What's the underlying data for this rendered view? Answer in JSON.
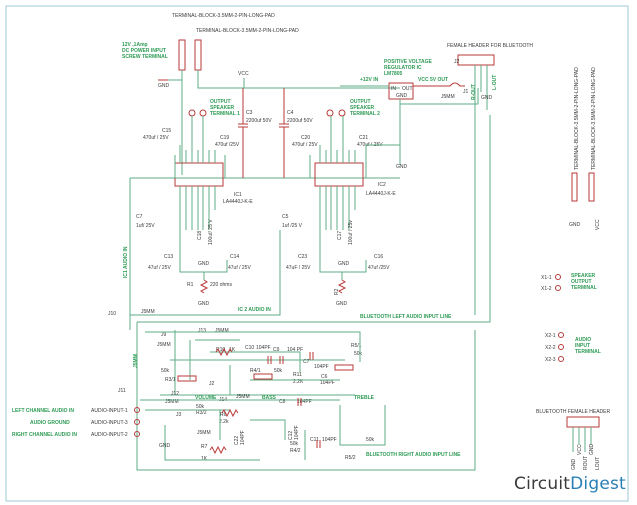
{
  "title": "Bluetooth Stereo Amplifier with Tone Control Schematic",
  "brand": {
    "part1": "Circuit",
    "part2": "Digest",
    "color1": "#3a3a3a",
    "color2": "#2a7fb5"
  },
  "colors": {
    "wire": "#5fae86",
    "component": "#b83a3a",
    "label_green": "#2e9b55",
    "text": "#3a3a3a",
    "border": "#9fc9d3"
  },
  "labels": {
    "tb1": "TERMINAL-BLOCK-3.5MM-2-PIN-LONG-PAD",
    "tb2": "TERMINAL-BLOCK-3.5MM-2-PIN-LONG-PAD",
    "tb3": "TERMINAL-BLOCK-3.5MM-2-PIN-LONG-PAD",
    "tb4": "TERMINAL-BLOCK-3.5MM-2-PIN-LONG-PAD",
    "power_in": [
      "12V ,1Amp",
      "DC POWER INPUT",
      "SCREW TERMINAL"
    ],
    "vcc": "VCC",
    "gnd": "GND",
    "out_spk1": [
      "OUTPUT",
      "SPEAKER",
      "TERMINAL 1"
    ],
    "out_spk2": [
      "OUTPUT",
      "SPEAKER",
      "TERMINAL 2"
    ],
    "regulator": [
      "POSITIVE VOLTAGE",
      "REGULATOR IC",
      "LM7805"
    ],
    "reg_in": "+12V IN",
    "reg_out": "VCC 5V OUT",
    "reg_pin_in": "IN",
    "reg_pin_out": "OUT",
    "reg_pin_gnd": "GND",
    "bt_header": "FEMALE HEADER FOR BLUETOOTH",
    "j1": "J1",
    "j2_hdr": "J2",
    "j1_size": "J5MM",
    "r_out": "R-OUT",
    "l_out": "L-OUT",
    "ic1": "IC1",
    "ic1_part": "LA4440J-K-E",
    "ic2": "IC2",
    "ic2_part": "LA4440J-K-E",
    "ic1_audio_in": "IC1 AUDIO IN",
    "ic2_audio_in": "IC 2 AUDIO IN",
    "bt_left_line": "BLUETOOTH LEFT AUDIO INPUT LINE",
    "bt_right_line": "BLUETOOTH RIGHT AUDIO INPUT LINE",
    "volume": "VOLUME",
    "bass": "BASS",
    "treble": "TREBLE",
    "left_ch": "LEFT  CHANNEL  AUDIO IN",
    "audio_gnd": "AUDIO GROUND",
    "right_ch": "RIGHT CHANNEL AUDIO IN",
    "ai1": "AUDIO-INPUT-1",
    "ai3": "AUDIO-INPUT-3",
    "ai2": "AUDIO-INPUT-2",
    "spk_term": [
      "SPEAKER",
      "OUTPUT",
      "TERMINAL"
    ],
    "audio_term": [
      "AUDIO",
      "INPUT",
      "TERMINAL"
    ],
    "x1": [
      "X1-1",
      "X1-2"
    ],
    "x2": [
      "X2-1",
      "X2-2",
      "X2-3"
    ],
    "bt_female": "BLUETOOTH FEMALE HEADER",
    "bt_pins": [
      "GND",
      "VCC",
      "ROUT",
      "GND",
      "LOUT"
    ],
    "jumpers": [
      "J10",
      "J4",
      "J9",
      "J13",
      "J11",
      "J12",
      "J3",
      "J14",
      "J5",
      "J6",
      "J2"
    ],
    "jsize": "J5MM"
  },
  "components": {
    "C15": "470uf / 25V",
    "C19": "470uf /25V",
    "C3": "2200uf 50V",
    "C4": "2200uf 50V",
    "C20": "470uf / 25V",
    "C21": "470uf / 25V",
    "C7": "1uf/ 25V",
    "C5": "1uf /25 V",
    "C18": "100uf/ 25 V",
    "C17": "100uf / 25v",
    "C13": "47uf / 25V",
    "C14": "47uf / 25V",
    "C23": "47uF / 25V",
    "C16": "47uf /25V",
    "R1": "220 ohms",
    "R2": "",
    "R10": "1K",
    "C10": "104PF",
    "C9": "104 PF",
    "C7b": "104PF",
    "R5/1": "50k",
    "R3/1": "50k",
    "R4/1": "50k",
    "R11": "2.2K",
    "C6": "104PF",
    "C8": "104PF",
    "R3/2": "50k",
    "R6": "2.2k",
    "R7": "1K",
    "C22": "104PF",
    "C12": "104PF",
    "R4/2": "50k",
    "C11": "104PF",
    "R5/2": "50k"
  }
}
